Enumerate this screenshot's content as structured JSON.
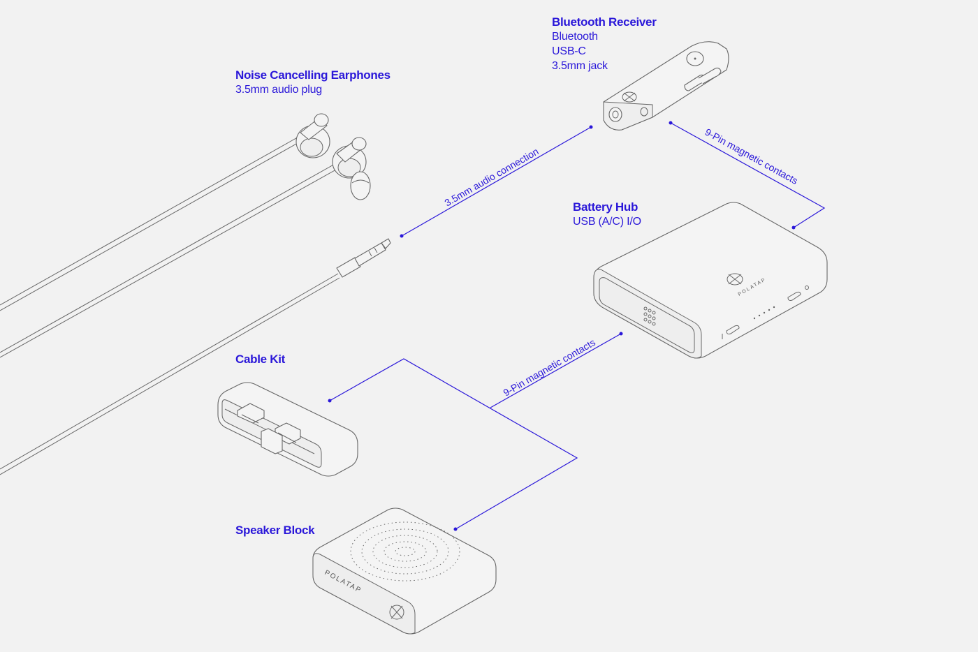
{
  "colors": {
    "accent": "#2a17d9",
    "line": "#666666",
    "background": "#f2f2f2"
  },
  "products": {
    "earphones": {
      "title": "Noise Cancelling Earphones",
      "specs": [
        "3.5mm audio plug"
      ]
    },
    "receiver": {
      "title": "Bluetooth Receiver",
      "specs": [
        "Bluetooth",
        "USB-C",
        "3.5mm jack"
      ]
    },
    "battery": {
      "title": "Battery Hub",
      "specs": [
        "USB (A/C) I/O"
      ]
    },
    "cable": {
      "title": "Cable Kit",
      "specs": []
    },
    "speaker": {
      "title": "Speaker Block",
      "specs": []
    }
  },
  "connections": {
    "audio": "3.5mm audio connection",
    "receiver_battery": "9-Pin magnetic contacts",
    "battery_modules": "9-Pin magnetic contacts"
  },
  "brand": {
    "battery": "POLATAP",
    "speaker": "POLATAP"
  }
}
